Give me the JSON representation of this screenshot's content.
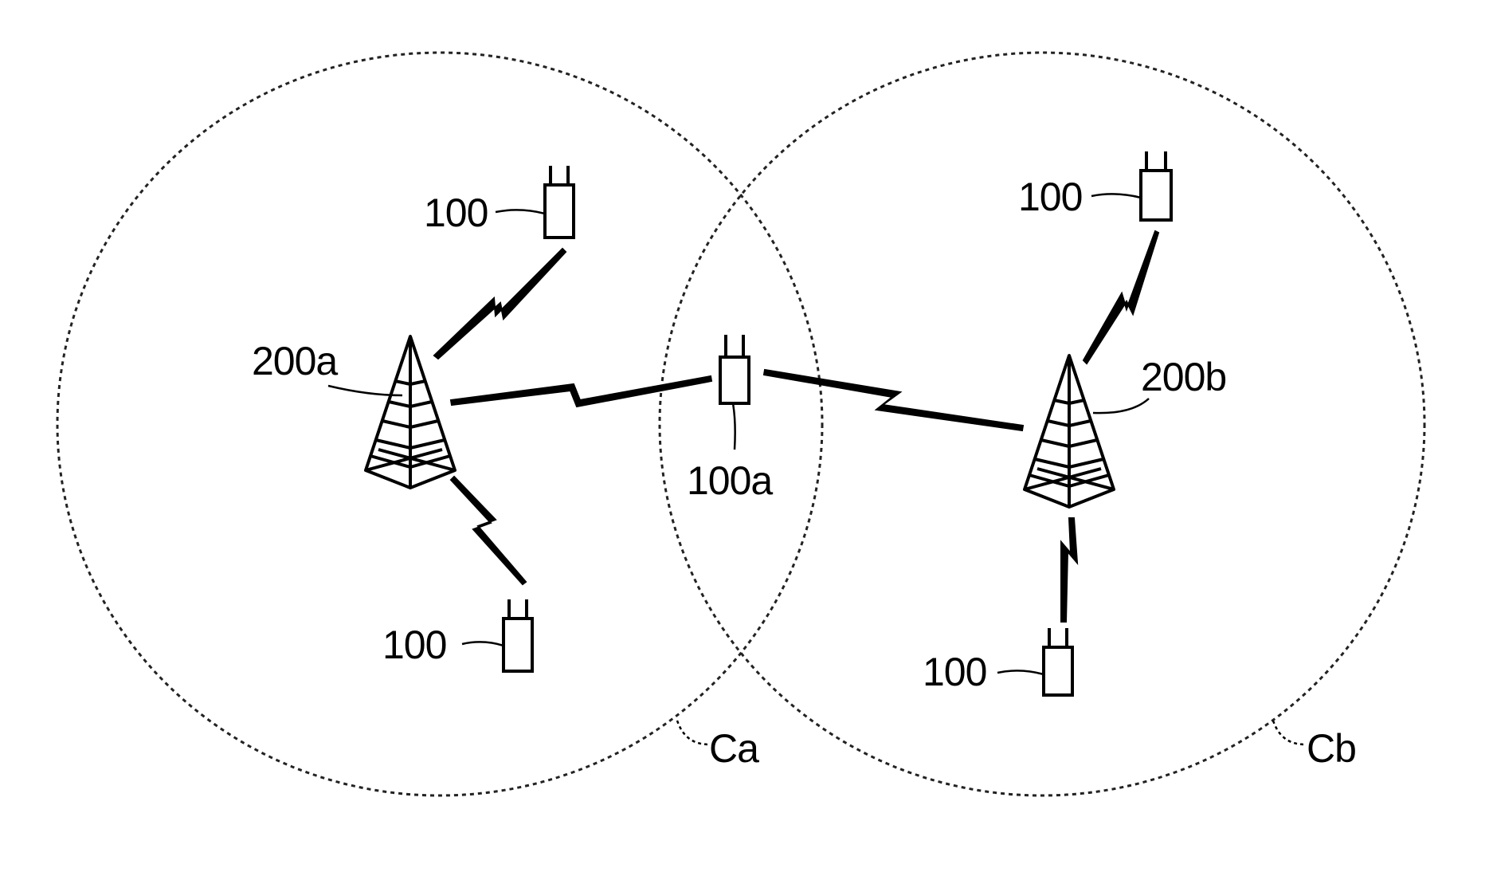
{
  "cells": [
    {
      "label": "Ca"
    },
    {
      "label": "Cb"
    }
  ],
  "base_stations": [
    {
      "label": "200a"
    },
    {
      "label": "200b"
    }
  ],
  "terminals": [
    {
      "label": "100"
    },
    {
      "label": "100"
    },
    {
      "label": "100a"
    },
    {
      "label": "100"
    },
    {
      "label": "100"
    }
  ]
}
